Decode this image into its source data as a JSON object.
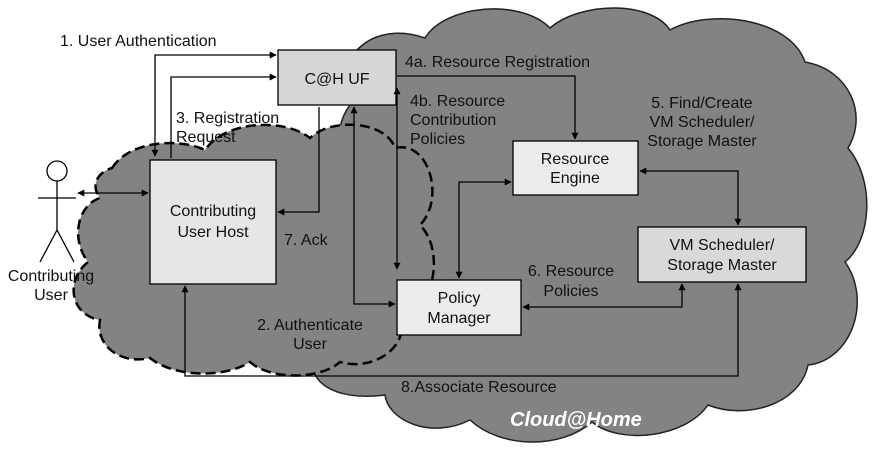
{
  "nodes": {
    "uf": [
      "C@H UF"
    ],
    "resource_engine": [
      "Resource",
      "Engine"
    ],
    "vm_scheduler": [
      "VM Scheduler/",
      "Storage Master"
    ],
    "host": [
      "Contributing",
      "User Host"
    ],
    "policy_manager": [
      "Policy",
      "Manager"
    ],
    "user": [
      "Contributing",
      "User"
    ]
  },
  "labels": {
    "user_auth": [
      "1. User Authentication"
    ],
    "registration": [
      "3. Registration",
      "Request"
    ],
    "res_reg": [
      "4a. Resource Registration"
    ],
    "res_contrib": [
      "4b. Resource",
      "Contribution",
      "Policies"
    ],
    "find_create": [
      "5. Find/Create",
      "VM Scheduler/",
      "Storage Master"
    ],
    "ack": [
      "7. Ack"
    ],
    "res_policies": [
      "6. Resource",
      "Policies"
    ],
    "authenticate": [
      "2. Authenticate",
      "User"
    ],
    "associate": [
      "8.Associate Resource"
    ]
  },
  "cloud_title": "Cloud@Home",
  "colors": {
    "cloud_fill": "#838383",
    "uf_fill": "#d6d6d6",
    "box_fill": "#ececec",
    "vm_fill": "#d9d9d9",
    "host_fill": "#e6e6e6"
  }
}
